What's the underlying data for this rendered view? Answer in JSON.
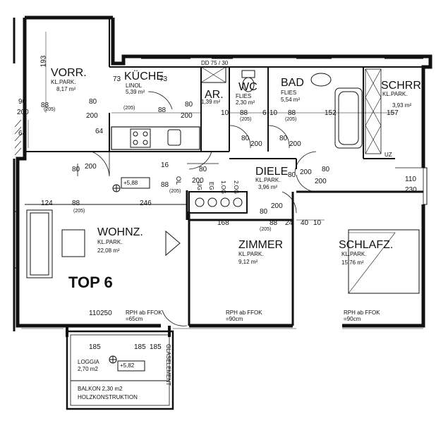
{
  "rooms": {
    "vorr": {
      "name": "VORR.",
      "floor": "KL.PARK.",
      "area": "8,17 m²"
    },
    "kueche": {
      "name": "KÜCHE",
      "floor": "LINOL",
      "area": "5,39 m²"
    },
    "ar": {
      "name": "AR.",
      "area": "1,39 m²"
    },
    "wc": {
      "name": "WC",
      "floor": "FLIES",
      "area": "2,30 m²"
    },
    "bad": {
      "name": "BAD",
      "floor": "FLIES",
      "area": "5,54 m²"
    },
    "schrr": {
      "name": "SCHRR.",
      "floor": "KL.PARK.",
      "area": "3,93 m²"
    },
    "diele": {
      "name": "DIELE",
      "floor": "KL.PARK.",
      "area": "3,96 m²"
    },
    "wohnz": {
      "name": "WOHNZ.",
      "floor": "KL.PARK.",
      "area": "22,08 m²"
    },
    "zimmer": {
      "name": "ZIMMER",
      "floor": "KL.PARK.",
      "area": "9,12 m²"
    },
    "schlafz": {
      "name": "SCHLAFZ.",
      "floor": "KL.PARK.",
      "area": "15,76 m²"
    },
    "loggia": {
      "name": "LOGGIA",
      "area": "2,70 m2"
    }
  },
  "unit": "TOP 6",
  "balkon": {
    "line1": "BALKON 2,30 m2",
    "line2": "HOLZKONSTRUKTION"
  },
  "rph": [
    "RPH ab FFOK",
    "=65cm",
    "RPH ab FFOK",
    "=90cm",
    "RPH ab FFOK",
    "=90cm"
  ],
  "levels": {
    "main": "+5,88",
    "loggia": "+5,82"
  },
  "misc": {
    "dd": "DD 75 / 30",
    "glas": "GLASELEMENT",
    "uz": "UZ",
    "ol": "OL",
    "ug": "UG",
    "eg": "EG",
    "og1": "1.OG",
    "og2": "2.OG"
  },
  "dims": {
    "d193": "193",
    "d90": "90",
    "d200a": "200",
    "d80a": "80",
    "d200b": "200",
    "d88a": "88",
    "d205a": "(205)",
    "d73a": "73",
    "d73b": "73",
    "d80b": "80",
    "d200c": "200",
    "d88b": "88",
    "d205b": "(205)",
    "d10a": "10",
    "d88c": "88",
    "d6": "6",
    "d10b": "10",
    "d88d": "88",
    "d152": "152",
    "d157": "157",
    "d205c": "(205)",
    "d205d": "(205)",
    "d80c": "80",
    "d200d": "200",
    "d80d": "80",
    "d200e": "200",
    "d64a": "64",
    "d64b": "64",
    "d80e": "80",
    "d200f": "200",
    "d80f": "80",
    "d200g": "200",
    "d124": "124",
    "d88e": "88",
    "d205e": "(205)",
    "d246": "246",
    "d88f": "88",
    "d205f": "(205)",
    "d16": "16",
    "d80g": "80",
    "d200h": "200",
    "d80h": "80",
    "d200i": "200",
    "d110a": "110",
    "d230": "230",
    "d168": "168",
    "d88g": "88",
    "d205g": "(205)",
    "d24": "24",
    "d40": "40",
    "d10c": "10",
    "d80i": "80",
    "d200j": "200",
    "d110b": "110",
    "d250": "250",
    "d185a": "185",
    "d185b": "185",
    "d185c": "185"
  }
}
